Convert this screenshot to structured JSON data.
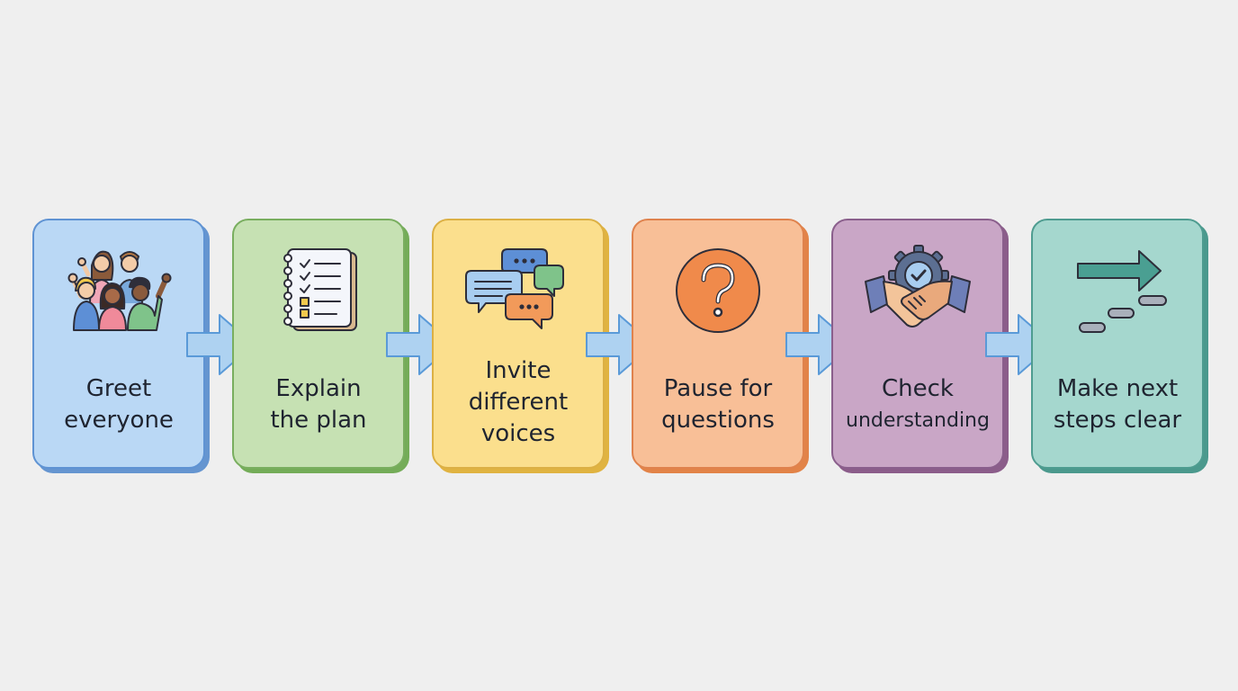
{
  "diagram": {
    "steps": [
      {
        "line1": "Greet",
        "line2": "everyone",
        "icon": "group-waving-icon",
        "fill": "#bad8f5",
        "border": "#5f93d3",
        "shadow": "#6595d0"
      },
      {
        "line1": "Explain",
        "line2": "the plan",
        "icon": "checklist-notebook-icon",
        "fill": "#c6e1b3",
        "border": "#79ae5f",
        "shadow": "#74ac58"
      },
      {
        "line1": "Invite",
        "line2": "different",
        "line3": "voices",
        "icon": "speech-bubbles-icon",
        "fill": "#fbdf8d",
        "border": "#dcb044",
        "shadow": "#e0b341"
      },
      {
        "line1": "Pause for",
        "line2": "questions",
        "icon": "question-mark-icon",
        "fill": "#f8bf97",
        "border": "#df824d",
        "shadow": "#e28348"
      },
      {
        "line1": "Check",
        "line2": "understanding",
        "icon": "handshake-gear-icon",
        "fill": "#c9a6c6",
        "border": "#8a5f8c",
        "shadow": "#8b5d8a"
      },
      {
        "line1": "Make next",
        "line2": "steps clear",
        "icon": "forward-arrow-icon",
        "fill": "#a5d7ce",
        "border": "#4e9c90",
        "shadow": "#4b998d"
      }
    ],
    "arrow_fill": "#aed2f1",
    "arrow_stroke": "#5a9ad8"
  }
}
